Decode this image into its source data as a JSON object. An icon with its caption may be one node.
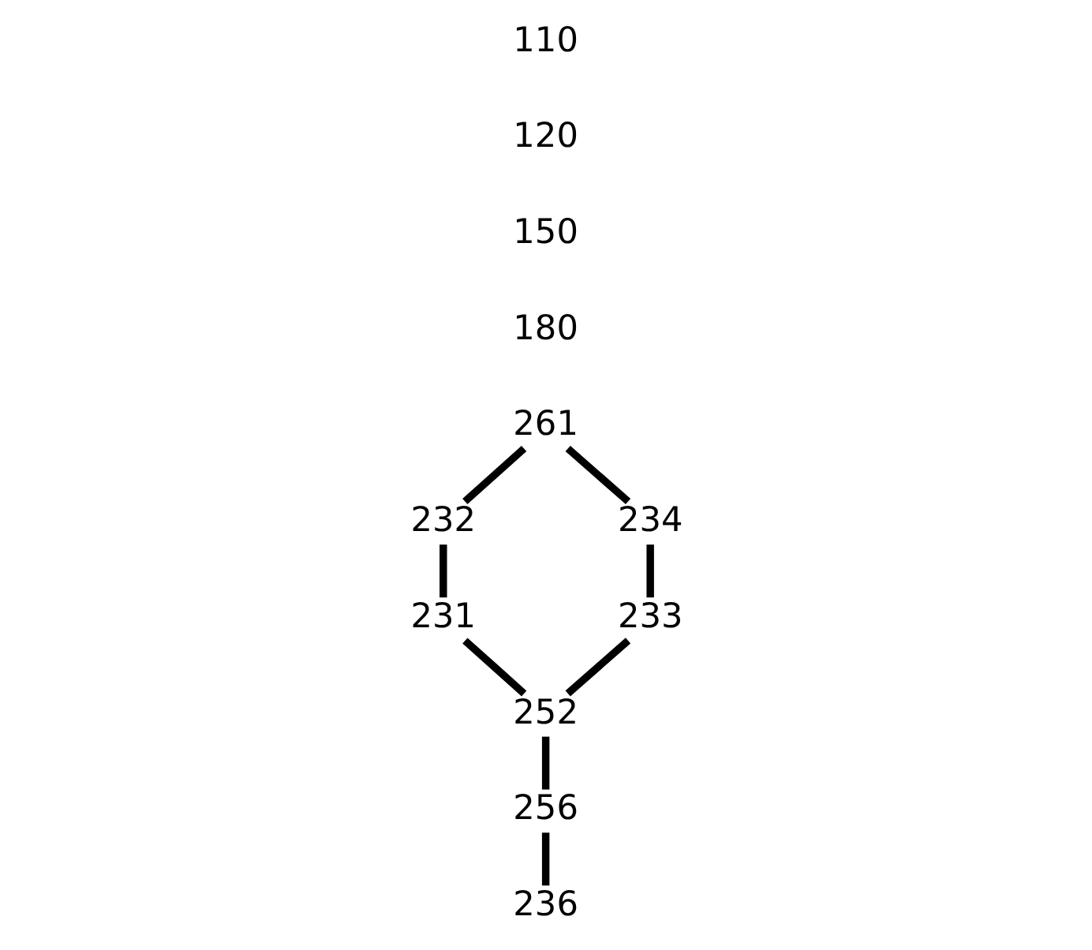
{
  "diagram": {
    "nodes": [
      {
        "text": [
          "261"
        ]
      },
      {
        "text": [
          "232"
        ]
      },
      {
        "text": [
          "234"
        ]
      },
      {
        "text": [
          "231"
        ]
      },
      {
        "text": [
          "233"
        ]
      },
      {
        "text": [
          "252"
        ]
      },
      {
        "text": [
          "256"
        ]
      },
      {
        "text": [
          "236"
        ]
      }
    ],
    "edges": [
      {
        "from": 0,
        "to": 1,
        "arrow": "none"
      },
      {
        "from": 0,
        "to": 2,
        "arrow": "none"
      },
      {
        "from": 1,
        "to": 3,
        "arrow": "none"
      },
      {
        "from": 2,
        "to": 4,
        "arrow": "none"
      },
      {
        "from": 3,
        "to": 5,
        "arrow": "none"
      },
      {
        "from": 4,
        "to": 5,
        "arrow": "none"
      },
      {
        "from": 5,
        "to": 6,
        "arrow": "none"
      },
      {
        "from": 6,
        "to": 7,
        "arrow": "none"
      }
    ],
    "labels": [
      "110",
      "120",
      "150",
      "180"
    ]
  }
}
